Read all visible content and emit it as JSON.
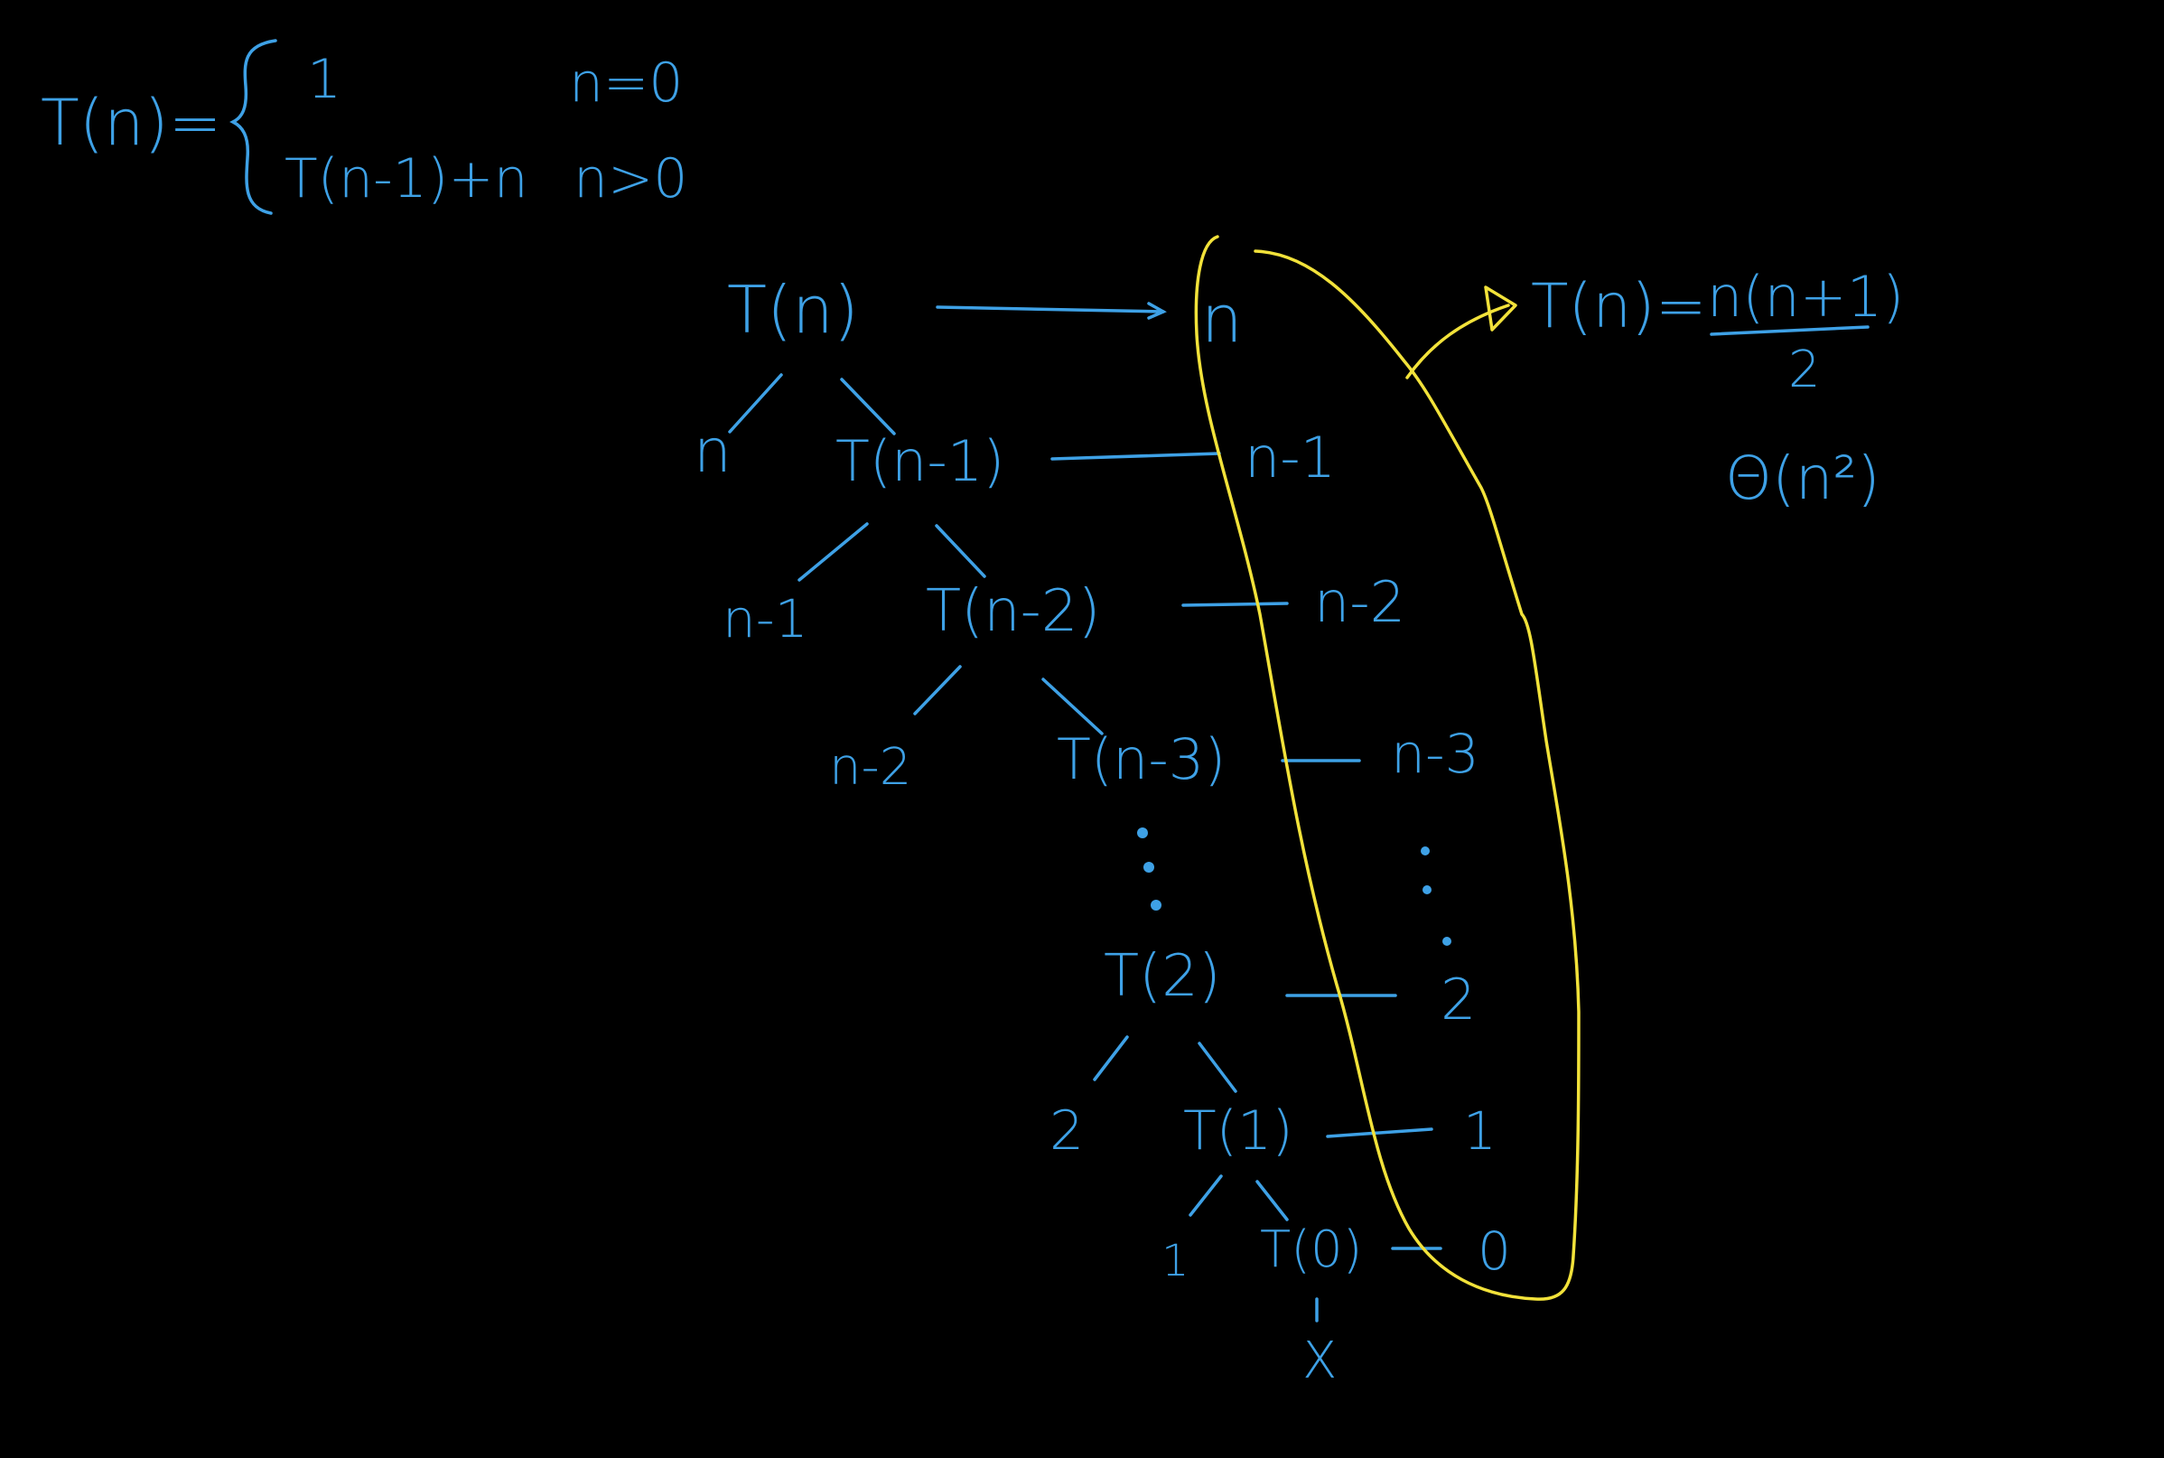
{
  "colors": {
    "background": "#000000",
    "ink": "#3ea1e6",
    "highlight": "#f2e23a"
  },
  "recurrence": {
    "lhs": "T(n)=",
    "case1_value": "1",
    "case1_condition": "n=0",
    "case2_value": "T(n-1)+n",
    "case2_condition": "n>0"
  },
  "tree": {
    "level0": "T(n)",
    "level1_cost": "n",
    "level1_sub": "T(n-1)",
    "level2_cost": "n-1",
    "level2_sub": "T(n-2)",
    "level3_cost": "n-2",
    "level3_sub": "T(n-3)",
    "vdots": "⋮",
    "level4_sub": "T(2)",
    "level5_cost": "2",
    "level5_sub": "T(1)",
    "level6_cost": "1",
    "level6_sub": "T(0)",
    "terminal": "X"
  },
  "costs": {
    "c0": "n",
    "c1": "n-1",
    "c2": "n-2",
    "c3": "n-3",
    "dots": "⋮",
    "c4": "2",
    "c5": "1",
    "c6": "0"
  },
  "result": {
    "lhs": "T(n)=",
    "numerator": "n(n+1)",
    "denominator": "2",
    "theta": "Θ(n²)"
  }
}
